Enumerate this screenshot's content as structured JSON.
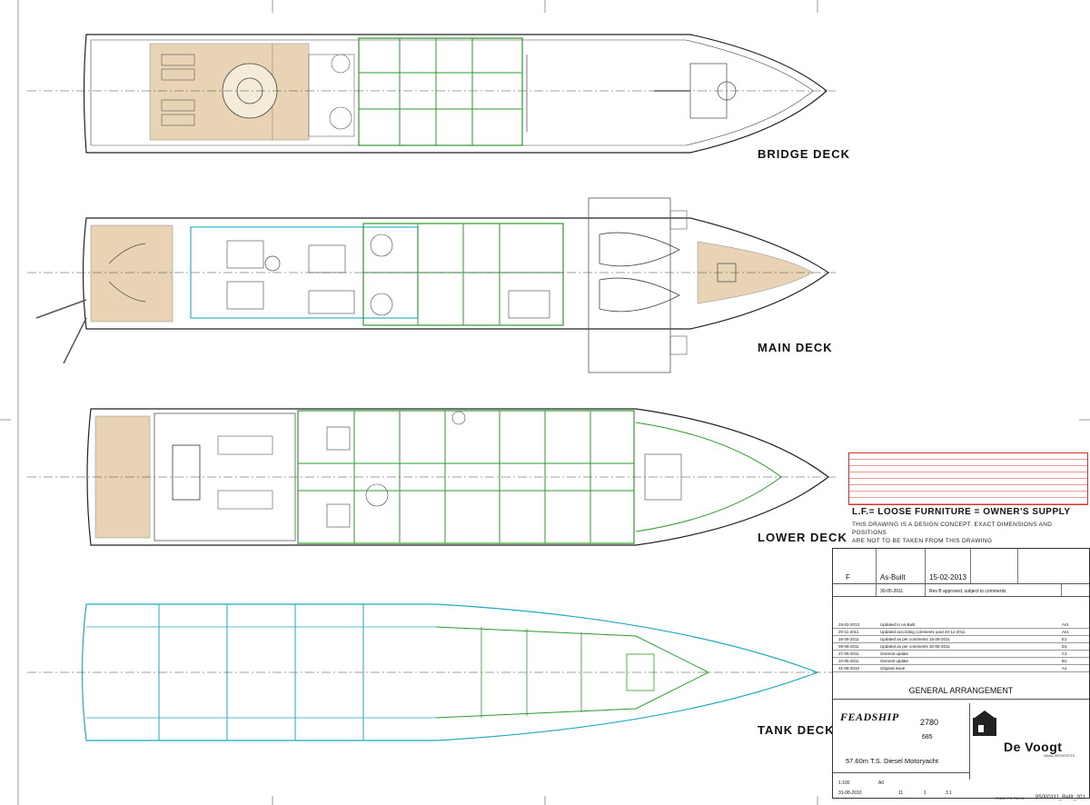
{
  "decks": {
    "bridge": "BRIDGE DECK",
    "main": "MAIN DECK",
    "lower": "LOWER DECK",
    "tank": "TANK DECK"
  },
  "notes": {
    "furniture": "L.F.= LOOSE FURNITURE = OWNER'S SUPPLY",
    "design_line1": "THIS DRAWING IS A DESIGN CONCEPT. EXACT DIMENSIONS AND POSITIONS",
    "design_line2": "ARE NOT TO BE TAKEN FROM THIS DRAWING"
  },
  "title_block": {
    "status_letter": "F",
    "status_text": "As-Built",
    "date": "15-02-2013",
    "approval_date": "30-05-2011",
    "approval_note": "Rev B approved, subject to comments",
    "revisions": [
      {
        "date": "15-02-2013",
        "desc": "Updated to As-Built",
        "rev": "As1"
      },
      {
        "date": "20-11-2011",
        "desc": "Updated according comments yard 20-11-2011",
        "rev": "As1"
      },
      {
        "date": "16-06-2011",
        "desc": "Updated as per comments 15-06-2011",
        "rev": "E1"
      },
      {
        "date": "09-06-2011",
        "desc": "Updated as per comments 30-05-2011",
        "rev": "D1"
      },
      {
        "date": "27-05-2011",
        "desc": "General update",
        "rev": "C1"
      },
      {
        "date": "10-05-2011",
        "desc": "General update",
        "rev": "B1"
      },
      {
        "date": "31-08-2010",
        "desc": "Original issue",
        "rev": "A1"
      }
    ],
    "drawing_title": "GENERAL ARRANGEMENT",
    "builder": "FEADSHIP",
    "designer": "De Voogt",
    "designer_sub": "NAVAL ARCHITECTS",
    "design_no": "2780",
    "yard_no": "685",
    "project": "57.60m T.S. Diesel Motoryacht",
    "scale": "1:100",
    "size": "A0",
    "date_small": "31-08-2010",
    "sheet": "11",
    "sheet_of": "1",
    "version": "3.1"
  },
  "footer": {
    "code": "PLBIC-PO 709-11",
    "filename": "85000111_Refit_201"
  }
}
